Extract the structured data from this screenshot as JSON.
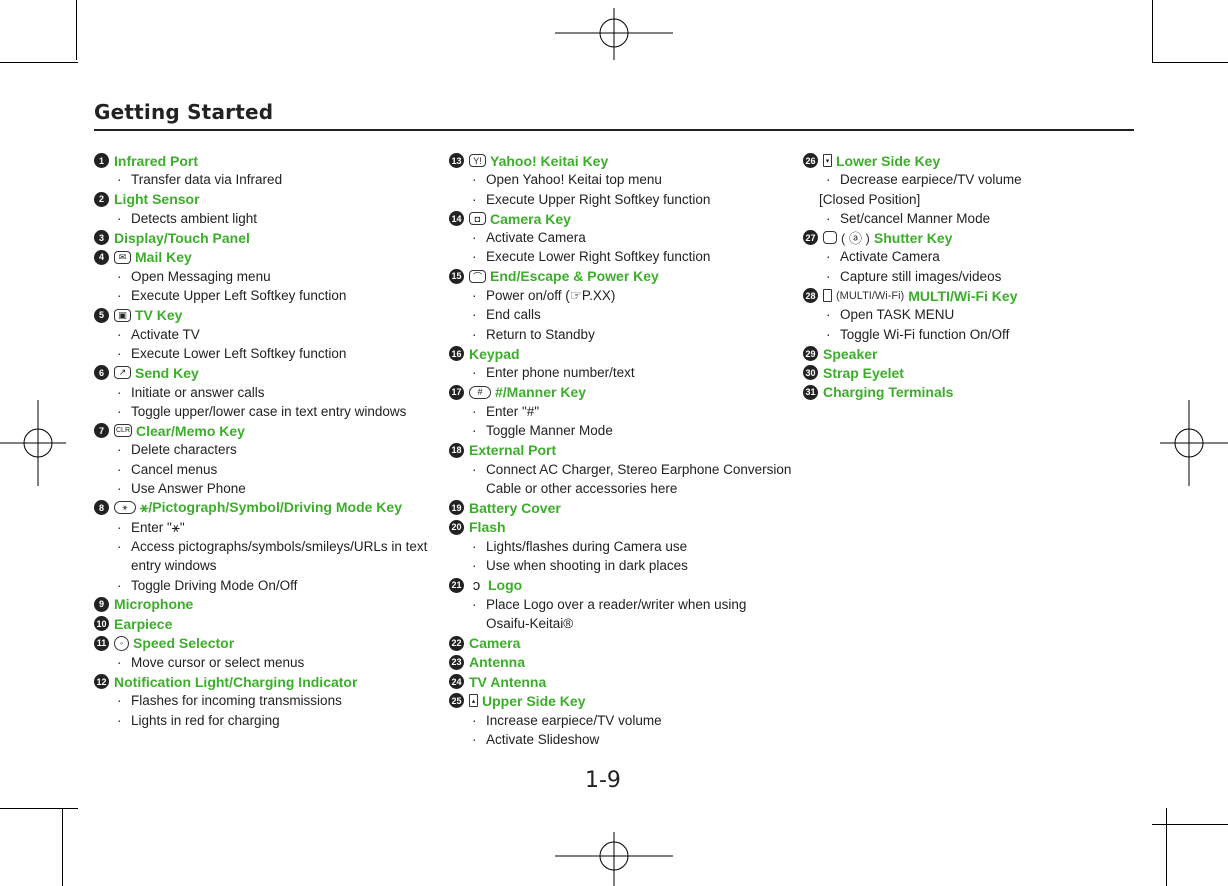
{
  "page": {
    "section_title": "Getting Started",
    "page_number": "1-9",
    "accent_color": "#3dae2b"
  },
  "col1": [
    {
      "n": "❶",
      "label": "Infrared Port",
      "bullets": [
        "Transfer data via Infrared"
      ]
    },
    {
      "n": "❷",
      "label": "Light Sensor",
      "bullets": [
        "Detects ambient light"
      ]
    },
    {
      "n": "❸",
      "label": "Display/Touch Panel",
      "bullets": []
    },
    {
      "n": "❹",
      "icon": "✉",
      "label": "Mail Key",
      "bullets": [
        "Open Messaging menu",
        "Execute Upper Left Softkey function"
      ]
    },
    {
      "n": "❺",
      "icon": "▣",
      "label": "TV Key",
      "bullets": [
        "Activate TV",
        "Execute Lower Left Softkey function"
      ]
    },
    {
      "n": "❻",
      "icon": "↗",
      "label": "Send Key",
      "bullets": [
        "Initiate or answer calls",
        "Toggle upper/lower case in text entry windows"
      ]
    },
    {
      "n": "❼",
      "icon": "CLR",
      "label": "Clear/Memo Key",
      "bullets": [
        "Delete characters",
        "Cancel menus",
        "Use Answer Phone"
      ]
    },
    {
      "n": "❽",
      "icon": "⚹",
      "label": "⚹/Pictograph/Symbol/Driving Mode Key",
      "bullets": [
        "Enter \"⚹\"",
        "Access pictographs/symbols/smileys/URLs in text",
        "Toggle Driving Mode On/Off"
      ],
      "cont": "entry windows"
    },
    {
      "n": "❾",
      "label": "Microphone",
      "bullets": []
    },
    {
      "n": "❿",
      "label": "Earpiece",
      "bullets": []
    },
    {
      "n": "⓫",
      "icon": "◦",
      "label": "Speed Selector",
      "bullets": [
        "Move cursor or select menus"
      ]
    },
    {
      "n": "⓬",
      "label": "Notification Light/Charging Indicator",
      "bullets": [
        "Flashes for incoming transmissions",
        "Lights in red for charging"
      ]
    }
  ],
  "col2": [
    {
      "n": "⓭",
      "icon": "Y!",
      "label": "Yahoo! Keitai Key",
      "bullets": [
        "Open Yahoo! Keitai top menu",
        "Execute Upper Right Softkey function"
      ]
    },
    {
      "n": "⓮",
      "icon": "◘",
      "label": "Camera Key",
      "bullets": [
        "Activate Camera",
        "Execute Lower Right Softkey function"
      ]
    },
    {
      "n": "⓯",
      "icon": "⌒",
      "label": "End/Escape & Power Key",
      "bullets": [
        "Power on/off (☞P.XX)",
        "End calls",
        "Return to Standby"
      ]
    },
    {
      "n": "⓰",
      "label": "Keypad",
      "bullets": [
        "Enter phone number/text"
      ]
    },
    {
      "n": "⓱",
      "icon": "#",
      "label": "#/Manner Key",
      "bullets": [
        "Enter \"#\"",
        "Toggle Manner Mode"
      ]
    },
    {
      "n": "⓲",
      "label": "External Port",
      "bullets": [
        "Connect AC Charger, Stereo Earphone Conversion"
      ],
      "cont": "Cable or other accessories here"
    },
    {
      "n": "⓳",
      "label": "Battery Cover",
      "bullets": []
    },
    {
      "n": "⓴",
      "label": "Flash",
      "bullets": [
        "Lights/flashes during Camera use",
        "Use when shooting in dark places"
      ]
    },
    {
      "n": "㉑",
      "icon": "ↄ",
      "label": "Logo",
      "bullets": [
        "Place Logo over a reader/writer when using"
      ],
      "cont": "Osaifu-Keitai®"
    },
    {
      "n": "㉒",
      "label": "Camera",
      "bullets": []
    },
    {
      "n": "㉓",
      "label": "Antenna",
      "bullets": []
    },
    {
      "n": "㉔",
      "label": "TV Antenna",
      "bullets": []
    },
    {
      "n": "㉕",
      "icon": "▴",
      "label": "Upper Side Key",
      "bullets": [
        "Increase earpiece/TV volume",
        "Activate Slideshow"
      ]
    }
  ],
  "col3": {
    "item26": {
      "n": "㉖",
      "icon": "▾",
      "label": "Lower Side Key",
      "bullets": [
        "Decrease earpiece/TV volume"
      ],
      "closed_label": "[Closed Position]",
      "closed_bullets": [
        "Set/cancel Manner Mode"
      ]
    },
    "item27": {
      "n": "㉗",
      "icon_paren": "( ⓐ )",
      "label": "Shutter Key",
      "bullets": [
        "Activate Camera",
        "Capture still images/videos"
      ]
    },
    "item28": {
      "n": "㉘",
      "icon_paren": "(MULTI/Wi-Fi)",
      "label": "MULTI/Wi-Fi Key",
      "bullets": [
        "Open TASK MENU",
        "Toggle Wi-Fi function On/Off"
      ]
    },
    "item29": {
      "n": "㉙",
      "label": "Speaker"
    },
    "item30": {
      "n": "㉚",
      "label": "Strap Eyelet"
    },
    "item31": {
      "n": "㉛",
      "label": "Charging Terminals"
    }
  }
}
